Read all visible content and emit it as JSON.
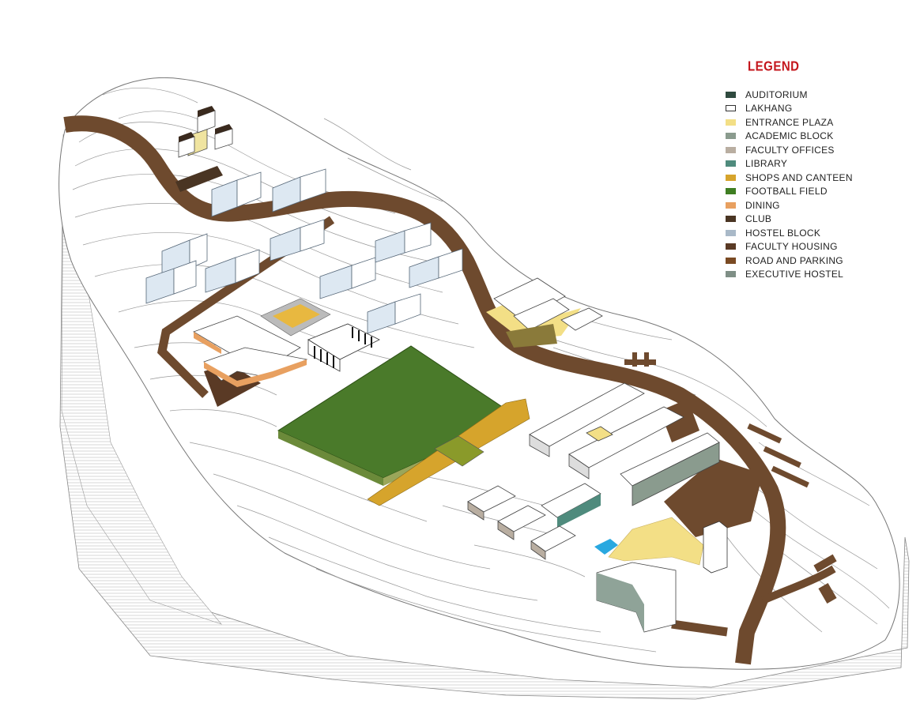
{
  "legend": {
    "title": "LEGEND",
    "items": [
      {
        "label": "AUDITORIUM",
        "color": "#2f4a3f",
        "outline": false
      },
      {
        "label": "LAKHANG",
        "color": "#ffffff",
        "outline": true
      },
      {
        "label": "ENTRANCE PLAZA",
        "color": "#f3df86",
        "outline": false
      },
      {
        "label": "ACADEMIC BLOCK",
        "color": "#8a9b8e",
        "outline": false
      },
      {
        "label": "FACULTY OFFICES",
        "color": "#b9aea1",
        "outline": false
      },
      {
        "label": "LIBRARY",
        "color": "#4f8b7d",
        "outline": false
      },
      {
        "label": "SHOPS AND CANTEEN",
        "color": "#d6a42c",
        "outline": false
      },
      {
        "label": "FOOTBALL FIELD",
        "color": "#3f7e22",
        "outline": false
      },
      {
        "label": "DINING",
        "color": "#e8a060",
        "outline": false
      },
      {
        "label": "CLUB",
        "color": "#4a3523",
        "outline": false
      },
      {
        "label": "HOSTEL BLOCK",
        "color": "#a9b9c8",
        "outline": false
      },
      {
        "label": "FACULTY HOUSING",
        "color": "#5a3a25",
        "outline": false
      },
      {
        "label": "ROAD AND PARKING",
        "color": "#7a4a23",
        "outline": false
      },
      {
        "label": "EXECUTIVE HOSTEL",
        "color": "#7f8f86",
        "outline": false
      }
    ]
  }
}
